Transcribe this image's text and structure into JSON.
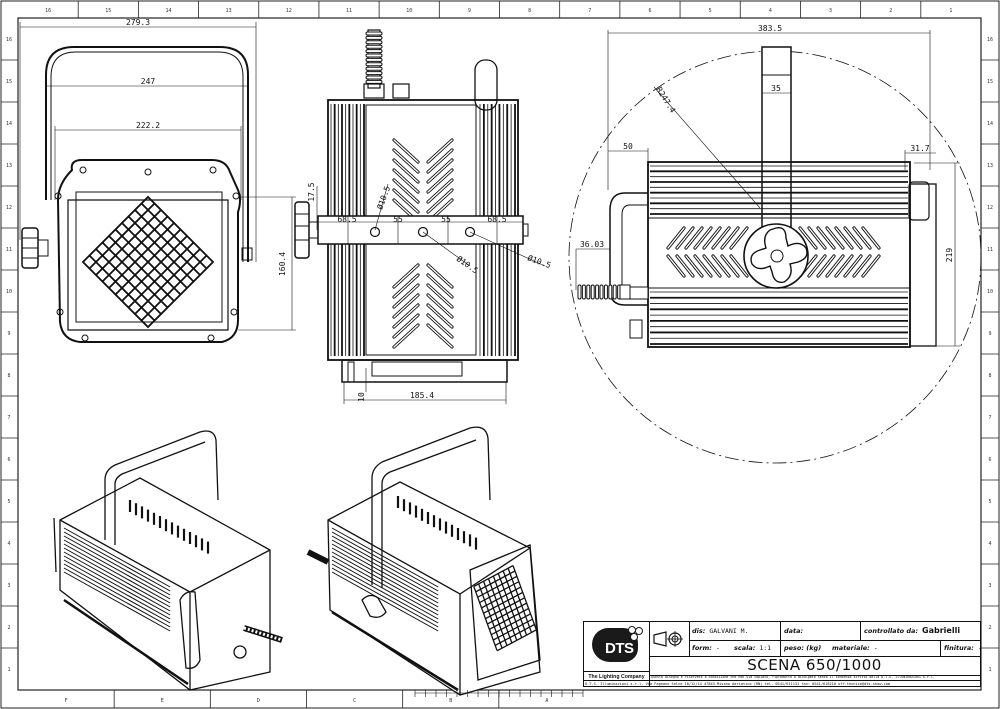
{
  "sheet": {
    "type": "technical-drawing",
    "border_ruler": {
      "top_columns": [
        "16",
        "15",
        "14",
        "13",
        "12",
        "11",
        "10",
        "9",
        "8",
        "7",
        "6",
        "5",
        "4",
        "3",
        "2",
        "1"
      ],
      "bottom_columns": [
        "F",
        "E",
        "D",
        "C",
        "B",
        "A"
      ],
      "side_rows": [
        "16",
        "15",
        "14",
        "13",
        "12",
        "11",
        "10",
        "9",
        "8",
        "7",
        "6",
        "5",
        "4",
        "3",
        "2",
        "1"
      ]
    }
  },
  "views": {
    "front_view": {
      "dimensions": {
        "overall_width": "279.3",
        "yoke_width": "247",
        "front_frame_width": "222.2",
        "frame_height": "160.4"
      }
    },
    "top_view": {
      "dimensions": {
        "knob_offset": "17.5",
        "hole_spacing_outer_left": "68.5",
        "hole_spacing_inner_left": "55",
        "hole_spacing_inner_right": "55",
        "hole_spacing_outer_right": "68.5",
        "hole_diameter_1": "Ø10.5",
        "hole_diameter_2": "Ø10.5",
        "hole_diameter_3": "Ø10.5",
        "base_offset": "10",
        "base_width": "185.4"
      }
    },
    "side_view": {
      "dimensions": {
        "overall_length": "383.5",
        "swing_radius": "R247.4",
        "yoke_bar_width": "35",
        "handle_depth": "50",
        "cable_gland_offset": "36.03",
        "front_offset": "31.7",
        "body_height": "219"
      }
    },
    "isometric_views": [
      {
        "label": "rear-isometric"
      },
      {
        "label": "front-isometric"
      }
    ]
  },
  "title_block": {
    "logo_text": "DTS",
    "tagline": "The Lighting Company",
    "projection_symbol": "first-angle-projection-icon",
    "fields": {
      "drawn_by_label": "dis:",
      "drawn_by_value": "GALVANI M.",
      "date_label": "data:",
      "date_value": "",
      "checked_by_label": "controllato da:",
      "checked_by_value": "Gabrielli",
      "format_label": "form:",
      "format_value": "-",
      "scale_label": "scala:",
      "scale_value": "1:1",
      "weight_label": "peso: (kg)",
      "weight_value": "",
      "material_label": "materiale:",
      "material_value": "-",
      "finish_label": "finitura:",
      "finish_value": "-"
    },
    "drawing_title": "SCENA 650/1000",
    "disclaimer": "Questo disegno è riservato a condizione che non sia copiato, riprodotto o divulgato senza il consenso scritto della D.T.S. Illuminazioni s.r.l.",
    "company_footer": "D.T.S. Illuminazioni s.r.l. Via Fagnano Selve 10/12/14 47843 Misano Adriatico (RN) tel. 0541/611131 fax: 0541/618210 uff.tecnico@dts-show.com"
  }
}
